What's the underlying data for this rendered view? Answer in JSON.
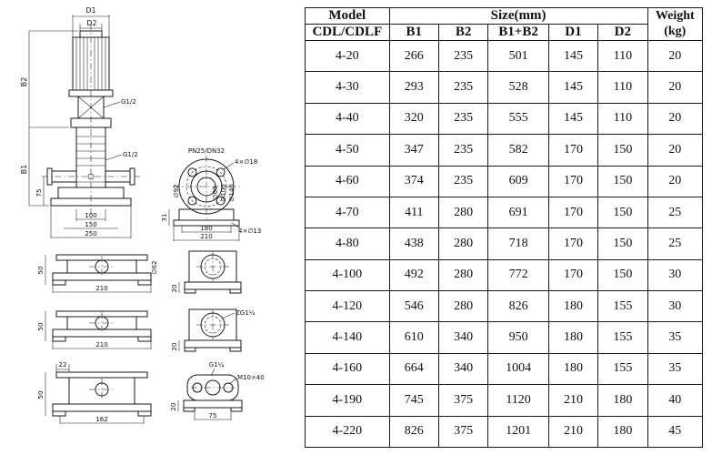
{
  "colors": {
    "line": "#1a1a1a",
    "background": "#ffffff"
  },
  "diagram": {
    "labels": {
      "d1": "D1",
      "d2": "D2",
      "b2": "B2",
      "b1": "B1",
      "g12_upper": "G1/2",
      "g12_lower": "G1/2",
      "dim75": "75",
      "dim100": "100",
      "dim150": "150",
      "dim250": "250",
      "pn": "PN25/DN32",
      "holes18": "4×∅18",
      "d92": "∅92",
      "d60": "∅60",
      "d100": "∅100",
      "d140": "∅140",
      "dim31": "31",
      "dim180": "180",
      "dim210_flange": "210",
      "holes13": "4×∅13",
      "v2_50": "50",
      "v2_d62": "∅62",
      "v2_210": "210",
      "v2_20": "20",
      "v3_50": "50",
      "v3_210": "210",
      "v3_20": "20",
      "v3_zg": "ZG1¼",
      "v4_22": "22",
      "v4_50": "50",
      "v4_162": "162",
      "v4_g": "G1¼",
      "v4_m10": "M10×40",
      "v4_20": "20",
      "v4_75": "75"
    }
  },
  "table": {
    "header": {
      "model": "Model",
      "size": "Size(mm)",
      "weight_line1": "Weight",
      "weight_line2": "(kg)",
      "model_sub": "CDL/CDLF",
      "cols": [
        "B1",
        "B2",
        "B1+B2",
        "D1",
        "D2"
      ]
    },
    "rows": [
      [
        "4-20",
        "266",
        "235",
        "501",
        "145",
        "110",
        "20"
      ],
      [
        "4-30",
        "293",
        "235",
        "528",
        "145",
        "110",
        "20"
      ],
      [
        "4-40",
        "320",
        "235",
        "555",
        "145",
        "110",
        "20"
      ],
      [
        "4-50",
        "347",
        "235",
        "582",
        "170",
        "150",
        "20"
      ],
      [
        "4-60",
        "374",
        "235",
        "609",
        "170",
        "150",
        "20"
      ],
      [
        "4-70",
        "411",
        "280",
        "691",
        "170",
        "150",
        "25"
      ],
      [
        "4-80",
        "438",
        "280",
        "718",
        "170",
        "150",
        "25"
      ],
      [
        "4-100",
        "492",
        "280",
        "772",
        "170",
        "150",
        "30"
      ],
      [
        "4-120",
        "546",
        "280",
        "826",
        "180",
        "155",
        "30"
      ],
      [
        "4-140",
        "610",
        "340",
        "950",
        "180",
        "155",
        "35"
      ],
      [
        "4-160",
        "664",
        "340",
        "1004",
        "180",
        "155",
        "35"
      ],
      [
        "4-190",
        "745",
        "375",
        "1120",
        "210",
        "180",
        "40"
      ],
      [
        "4-220",
        "826",
        "375",
        "1201",
        "210",
        "180",
        "45"
      ]
    ]
  }
}
